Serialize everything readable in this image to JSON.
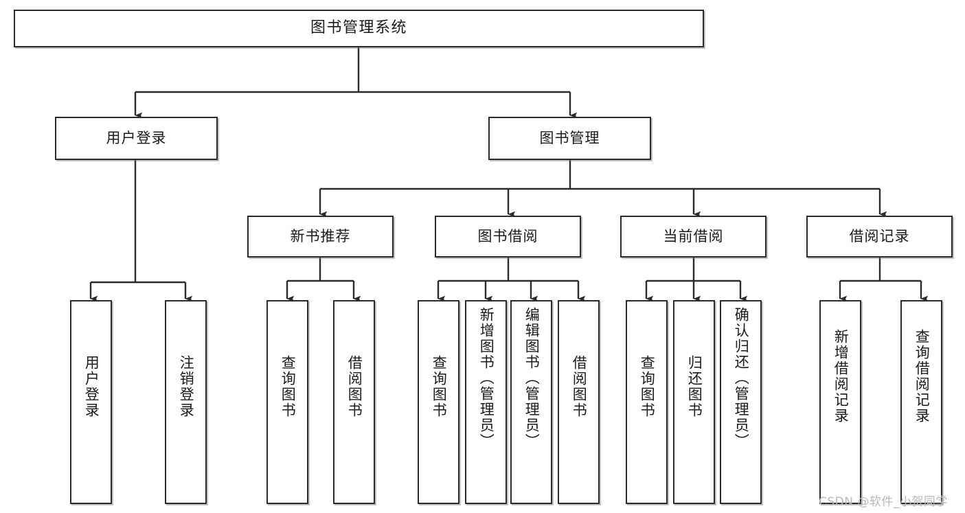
{
  "diagram": {
    "title": "图书管理系统",
    "type": "tree",
    "watermark": "CSDN @软件_小贺同学",
    "colors": {
      "box_border": "#2b2b2b",
      "box_fill": "#ffffff",
      "edge": "#2b2b2b",
      "watermark": "#b9b9b9",
      "background": "#ffffff"
    },
    "levels": {
      "root": [
        "图书管理系统"
      ],
      "level2": [
        "用户登录",
        "图书管理"
      ],
      "level3": [
        "新书推荐",
        "图书借阅",
        "当前借阅",
        "借阅记录"
      ],
      "leaves": [
        "用户登录",
        "注销登录",
        "查询图书",
        "借阅图书",
        "查询图书",
        "新增图书（管理员）",
        "编辑图书（管理员）",
        "借阅图书",
        "查询图书",
        "归还图书",
        "确认归还（管理员）",
        "新增借阅记录",
        "查询借阅记录"
      ]
    },
    "nodes": {
      "root": {
        "label": "图书管理系统"
      },
      "user_login": {
        "label": "用户登录"
      },
      "book_mgmt": {
        "label": "图书管理"
      },
      "new_book_rec": {
        "label": "新书推荐"
      },
      "book_borrow": {
        "label": "图书借阅"
      },
      "current_borrow": {
        "label": "当前借阅"
      },
      "borrow_record": {
        "label": "借阅记录"
      },
      "leaf_user_login": {
        "label": "用户登录"
      },
      "leaf_logout": {
        "label": "注销登录"
      },
      "leaf_query_book_a": {
        "label": "查询图书"
      },
      "leaf_borrow_book_a": {
        "label": "借阅图书"
      },
      "leaf_query_book_b": {
        "label": "查询图书"
      },
      "leaf_add_book": {
        "label": "新增图书（管理员）"
      },
      "leaf_edit_book": {
        "label": "编辑图书（管理员）"
      },
      "leaf_borrow_book_b": {
        "label": "借阅图书"
      },
      "leaf_query_book_c": {
        "label": "查询图书"
      },
      "leaf_return_book": {
        "label": "归还图书"
      },
      "leaf_confirm_return": {
        "label": "确认归还（管理员）"
      },
      "leaf_add_record": {
        "label": "新增借阅记录"
      },
      "leaf_query_record": {
        "label": "查询借阅记录"
      }
    },
    "edges": [
      {
        "from": "root",
        "to": "user_login"
      },
      {
        "from": "root",
        "to": "book_mgmt"
      },
      {
        "from": "user_login",
        "to": "leaf_user_login"
      },
      {
        "from": "user_login",
        "to": "leaf_logout"
      },
      {
        "from": "book_mgmt",
        "to": "new_book_rec"
      },
      {
        "from": "book_mgmt",
        "to": "book_borrow"
      },
      {
        "from": "book_mgmt",
        "to": "current_borrow"
      },
      {
        "from": "book_mgmt",
        "to": "borrow_record"
      },
      {
        "from": "new_book_rec",
        "to": "leaf_query_book_a"
      },
      {
        "from": "new_book_rec",
        "to": "leaf_borrow_book_a"
      },
      {
        "from": "book_borrow",
        "to": "leaf_query_book_b"
      },
      {
        "from": "book_borrow",
        "to": "leaf_add_book"
      },
      {
        "from": "book_borrow",
        "to": "leaf_edit_book"
      },
      {
        "from": "book_borrow",
        "to": "leaf_borrow_book_b"
      },
      {
        "from": "current_borrow",
        "to": "leaf_query_book_c"
      },
      {
        "from": "current_borrow",
        "to": "leaf_return_book"
      },
      {
        "from": "current_borrow",
        "to": "leaf_confirm_return"
      },
      {
        "from": "borrow_record",
        "to": "leaf_add_record"
      },
      {
        "from": "borrow_record",
        "to": "leaf_query_record"
      }
    ]
  }
}
